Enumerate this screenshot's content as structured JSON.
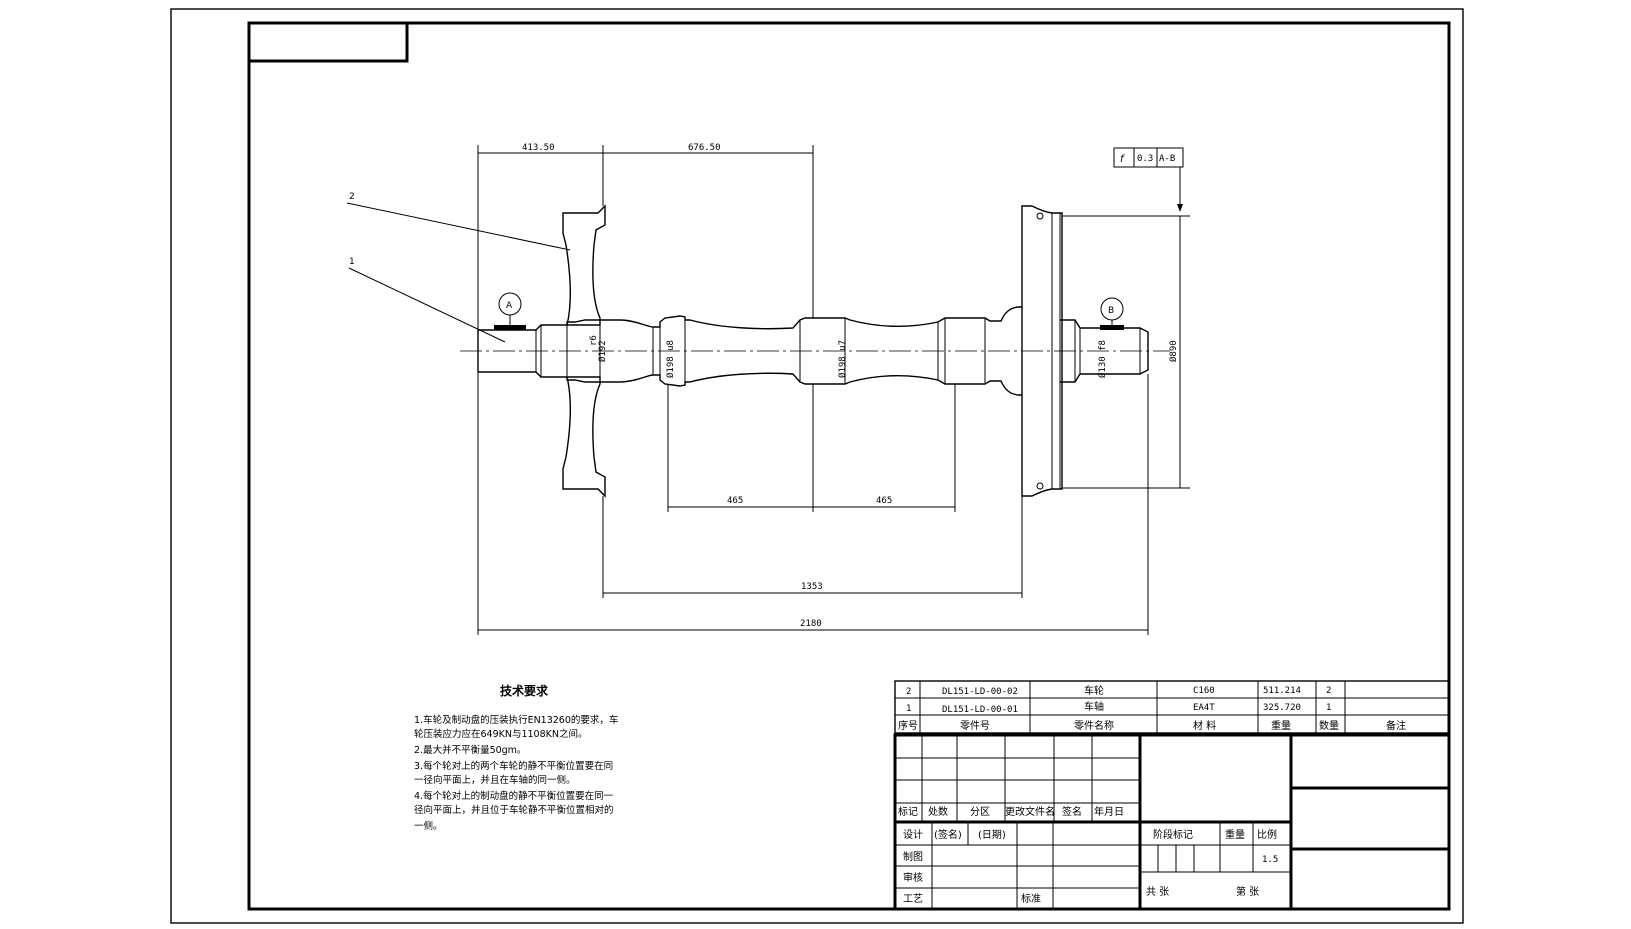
{
  "dimensions": {
    "d_413_50": "413.50",
    "d_676_50": "676.50",
    "d_465_left": "465",
    "d_465_right": "465",
    "d_1353": "1353",
    "d_2180": "2180",
    "dia_192": "Ø192",
    "dia_192_tol": "r6",
    "dia_198_left": "Ø198 u8",
    "dia_198_mid": "Ø198 u7",
    "dia_130": "Ø130 f8",
    "dia_890": "Ø890"
  },
  "tolerance_frame": {
    "symbol": "f",
    "value": "0.3",
    "datum": "A-B"
  },
  "datums": {
    "a": "A",
    "b": "B"
  },
  "leaders": {
    "one": "1",
    "two": "2"
  },
  "tech_requirements": {
    "title": "技术要求",
    "lines": [
      "1.车轮及制动盘的压装执行EN13260的要求，车",
      "轮压装应力应在649KN与1108KN之间。",
      "2.最大并不平衡量50gm。",
      "3.每个轮对上的两个车轮的静不平衡位置要在同",
      "一径向平面上，并且在车轴的同一侧。",
      "4.每个轮对上的制动盘的静不平衡位置要在同一",
      "径向平面上，并且位于车轮静不平衡位置相对的",
      "一侧。"
    ]
  },
  "parts_list": {
    "rows": [
      {
        "no": "2",
        "code": "DL151-LD-00-02",
        "name": "车轮",
        "material": "C160",
        "weight": "511.214",
        "qty": "2",
        "remark": ""
      },
      {
        "no": "1",
        "code": "DL151-LD-00-01",
        "name": "车轴",
        "material": "EA4T",
        "weight": "325.720",
        "qty": "1",
        "remark": ""
      }
    ],
    "headers": {
      "no": "序号",
      "code": "零件号",
      "name": "零件名称",
      "material": "材 料",
      "weight": "重量",
      "qty": "数量",
      "remark": "备注"
    }
  },
  "title_block": {
    "revision_headers": [
      "标记",
      "处数",
      "分区",
      "更改文件名",
      "签名",
      "年月日"
    ],
    "design": "设计",
    "signature": "(签名)",
    "date": "(日期)",
    "drawn": "制图",
    "checked": "审核",
    "process": "工艺",
    "standard": "标准",
    "stage_mark": "阶段标记",
    "weight": "重量",
    "scale": "比例",
    "scale_value": "1.5",
    "total": "共  张",
    "sheet": "第  张"
  }
}
